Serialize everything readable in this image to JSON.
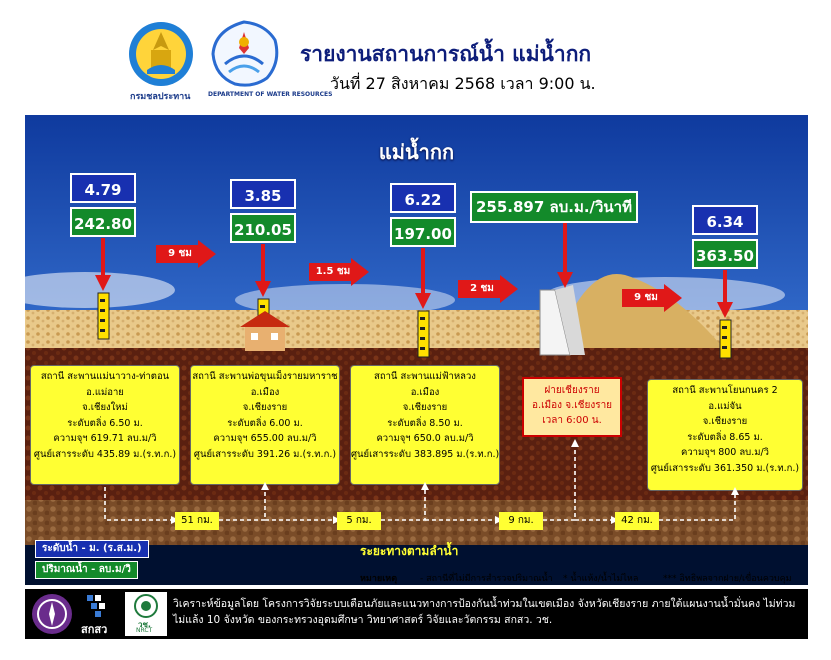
{
  "header": {
    "title": "รายงานสถานการณ์น้ำ แม่น้ำกก",
    "subtitle": "วันที่ 27 สิงหาคม 2568 เวลา 9:00 น.",
    "logo1_caption": "กรมชลประทาน",
    "logo2_caption": "DEPARTMENT OF WATER RESOURCES"
  },
  "diagram": {
    "river_name": "แม่น้ำกก",
    "stations": [
      {
        "level": "4.79",
        "flow": "242.80",
        "lines": [
          "สถานี สะพานแม่นาวาง-ท่าตอน",
          "อ.แม่อาย",
          "จ.เชียงใหม่",
          "ระดับตลิ่ง 6.50 ม.",
          "ความจุฯ 619.71 ลบ.ม/วิ",
          "ศูนย์เสารระดับ 435.89 ม.(ร.ท.ก.)"
        ]
      },
      {
        "level": "3.85",
        "flow": "210.05",
        "lines": [
          "สถานี สะพานพ่อขุนเม็งรายมหาราช",
          "อ.เมือง",
          "จ.เชียงราย",
          "ระดับตลิ่ง 6.00 ม.",
          "ความจุฯ 655.00 ลบ.ม/วิ",
          "ศูนย์เสารระดับ 391.26 ม.(ร.ท.ก.)"
        ]
      },
      {
        "level": "6.22",
        "flow": "197.00",
        "lines": [
          "สถานี สะพานแม่ฟ้าหลวง",
          "อ.เมือง",
          "จ.เชียงราย",
          "ระดับตลิ่ง 8.50 ม.",
          "ความจุฯ 650.0 ลบ.ม/วิ",
          "ศูนย์เสารระดับ 383.895 ม.(ร.ท.ก.)"
        ]
      },
      {
        "level": "6.34",
        "flow": "363.50",
        "lines": [
          "สถานี สะพานโยนกนคร 2",
          "อ.แม่จัน",
          "จ.เชียงราย",
          "ระดับตลิ่ง 8.65 ม.",
          "ความจุฯ 800 ลบ.ม/วิ",
          "ศูนย์เสารระดับ 361.350 ม.(ร.ท.ก.)"
        ]
      }
    ],
    "dam": {
      "flow": "255.897 ลบ.ม./วินาที",
      "lines": [
        "ฝายเชียงราย",
        "อ.เมือง จ.เชียงราย",
        "เวลา 6:00 น."
      ]
    },
    "travel_times": [
      "9 ชม",
      "1.5 ชม",
      "2 ชม",
      "9 ชม"
    ],
    "distances": [
      "51 กม.",
      "5 กม.",
      "9 กม.",
      "42 กม."
    ],
    "distance_title": "ระยะทางตามลำน้ำ",
    "legend": {
      "level": "ระดับน้ำ - ม. (ร.ส.ม.)",
      "flow": "ปริมาณน้ำ - ลบ.ม/วิ"
    },
    "notes": {
      "label": "หมายเหตุ",
      "n1": "- สถานีที่ไม่มีการสำรวจปริมาณน้ำ",
      "n2": "* น้ำแห้ง/น้ำไม่ไหล",
      "n3": "*** อิทธิพลจากฝาย/เขื่อนควบคุม"
    }
  },
  "footer": {
    "text": "วิเคราะห์ข้อมูลโดย โครงการวิจัยระบบเตือนภัยและแนวทางการป้องกันน้ำท่วมในเขตเมือง จังหวัดเชียงราย ภายใต้แผนงานน้ำมั่นคง ไม่ท่วม ไม่แล้ง 10 จังหวัด ของกระทรวงอุดมศึกษา วิทยาศาสตร์ วิจัยและวัตกรรม สกสว. วช.",
    "logo2_caption": "สกสว",
    "logo3_caption": "วช.",
    "logo3_sub": "NRCT"
  },
  "colors": {
    "level_box": "#1830b0",
    "flow_box": "#138a2a",
    "station_box": "#ffff33",
    "arrow": "#e01818",
    "sky": "#1b4fbf",
    "soil": "#5a2010"
  }
}
